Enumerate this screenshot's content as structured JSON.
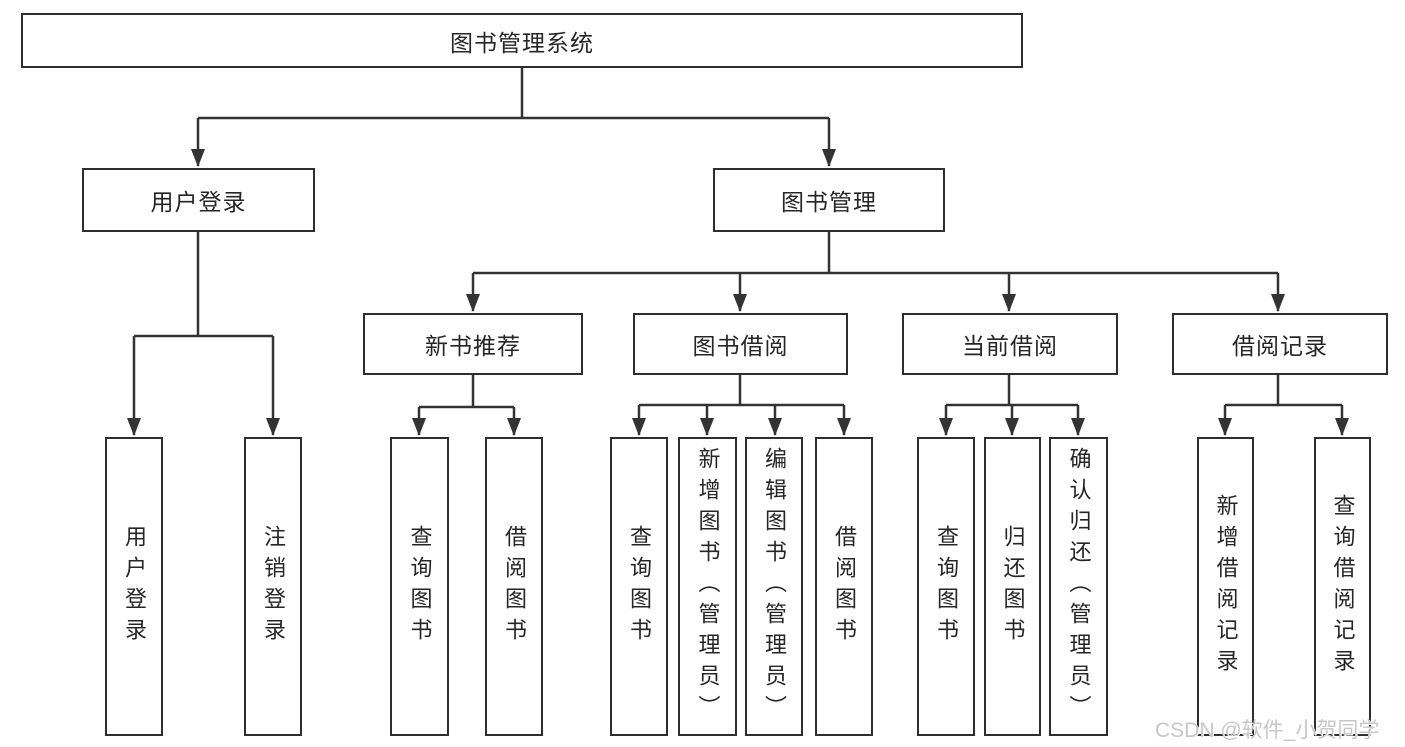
{
  "diagram": {
    "title": "图书管理系统",
    "root": {
      "label": "图书管理系统"
    },
    "level2": [
      {
        "label": "用户登录"
      },
      {
        "label": "图书管理"
      }
    ],
    "level3": [
      {
        "label": "新书推荐"
      },
      {
        "label": "图书借阅"
      },
      {
        "label": "当前借阅"
      },
      {
        "label": "借阅记录"
      }
    ],
    "leaves": [
      {
        "label": "用户登录"
      },
      {
        "label": "注销登录"
      },
      {
        "label": "查询图书"
      },
      {
        "label": "借阅图书"
      },
      {
        "label": "查询图书"
      },
      {
        "label": "新增图书（管理员）"
      },
      {
        "label": "编辑图书（管理员）"
      },
      {
        "label": "借阅图书"
      },
      {
        "label": "查询图书"
      },
      {
        "label": "归还图书"
      },
      {
        "label": "确认归还（管理员）"
      },
      {
        "label": "新增借阅记录"
      },
      {
        "label": "查询借阅记录"
      }
    ]
  },
  "watermark": {
    "text": "CSDN @软件_小贺同学"
  },
  "colors": {
    "line": "#333333",
    "box_border": "#2e2e2e",
    "text": "#262626",
    "background": "#ffffff",
    "watermark": "#c7c7c7"
  }
}
